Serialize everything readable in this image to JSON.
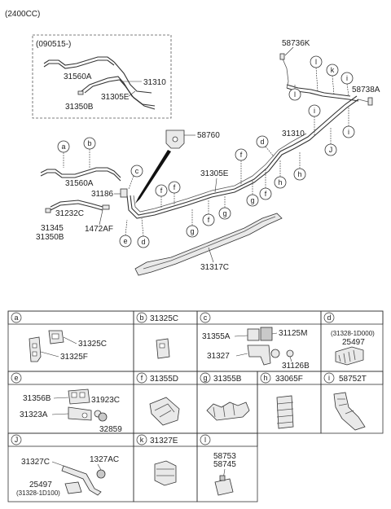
{
  "title": "(2400CC)",
  "inset": {
    "code": "(090515-)",
    "labels": {
      "p31560A": "31560A",
      "p31310": "31310",
      "p31305E": "31305E",
      "p31350B": "31350B"
    }
  },
  "main_labels": {
    "p58736K": "58736K",
    "p58738A": "58738A",
    "p58760": "58760",
    "p31310": "31310",
    "p31305E": "31305E",
    "p31560A": "31560A",
    "p31186": "31186",
    "p31232C": "31232C",
    "p31345": "31345",
    "p31350B": "31350B",
    "p1472AF": "1472AF",
    "p31317C": "31317C"
  },
  "callouts": {
    "a": "a",
    "b": "b",
    "c": "c",
    "d": "d",
    "e": "e",
    "f": "f",
    "g": "g",
    "h": "h",
    "i": "i",
    "j": "J",
    "k": "k",
    "l": "l"
  },
  "table": {
    "row1": [
      {
        "key": "a",
        "header_part": "",
        "labels": [
          "31325C",
          "31325F"
        ]
      },
      {
        "key": "b",
        "header_part": "31325C",
        "labels": []
      },
      {
        "key": "c",
        "header_part": "",
        "labels": [
          "31355A",
          "31125M",
          "31327",
          "31126B"
        ]
      },
      {
        "key": "d",
        "header_part": "",
        "labels": [
          "(31328-1D000)",
          "25497"
        ]
      }
    ],
    "row2": [
      {
        "key": "e",
        "header_part": "",
        "labels": [
          "31356B",
          "31923C",
          "31323A",
          "32859"
        ]
      },
      {
        "key": "f",
        "header_part": "31355D",
        "labels": []
      },
      {
        "key": "g",
        "header_part": "31355B",
        "labels": []
      },
      {
        "key": "h",
        "header_part": "33065F",
        "labels": []
      },
      {
        "key": "i",
        "header_part": "58752T",
        "labels": []
      }
    ],
    "row3": [
      {
        "key": "J",
        "header_part": "",
        "labels": [
          "31327C",
          "1327AC",
          "25497",
          "(31328-1D100)"
        ]
      },
      {
        "key": "k",
        "header_part": "31327E",
        "labels": []
      },
      {
        "key": "l",
        "header_part": "",
        "labels": [
          "58753",
          "58745"
        ]
      }
    ]
  }
}
